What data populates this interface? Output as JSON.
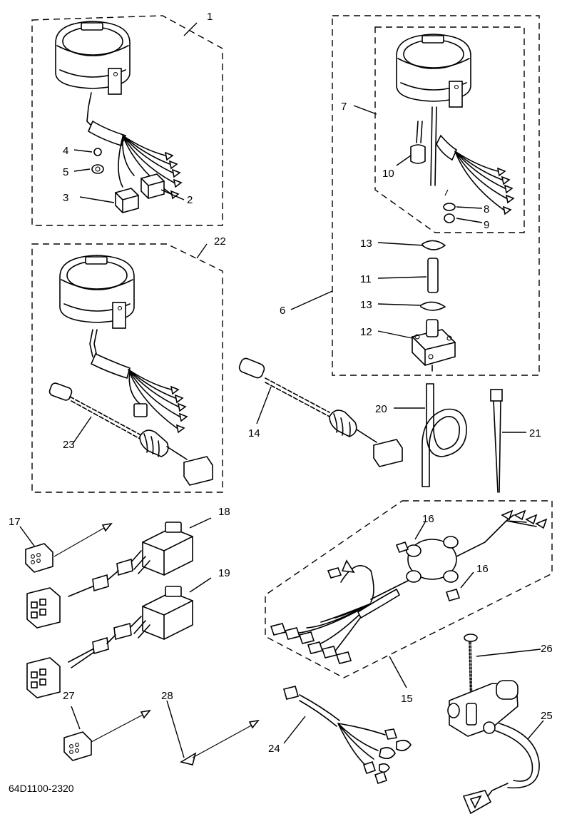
{
  "diagram_code": "64D1100-2320",
  "callouts": {
    "c1": "1",
    "c2": "2",
    "c3": "3",
    "c4": "4",
    "c5": "5",
    "c6": "6",
    "c7": "7",
    "c8": "8",
    "c9": "9",
    "c10": "10",
    "c11": "11",
    "c12": "12",
    "c13a": "13",
    "c13b": "13",
    "c14": "14",
    "c15": "15",
    "c16a": "16",
    "c16b": "16",
    "c17": "17",
    "c18": "18",
    "c19": "19",
    "c20": "20",
    "c21": "21",
    "c22": "22",
    "c23": "23",
    "c24": "24",
    "c25": "25",
    "c26": "26",
    "c27": "27",
    "c28": "28"
  }
}
